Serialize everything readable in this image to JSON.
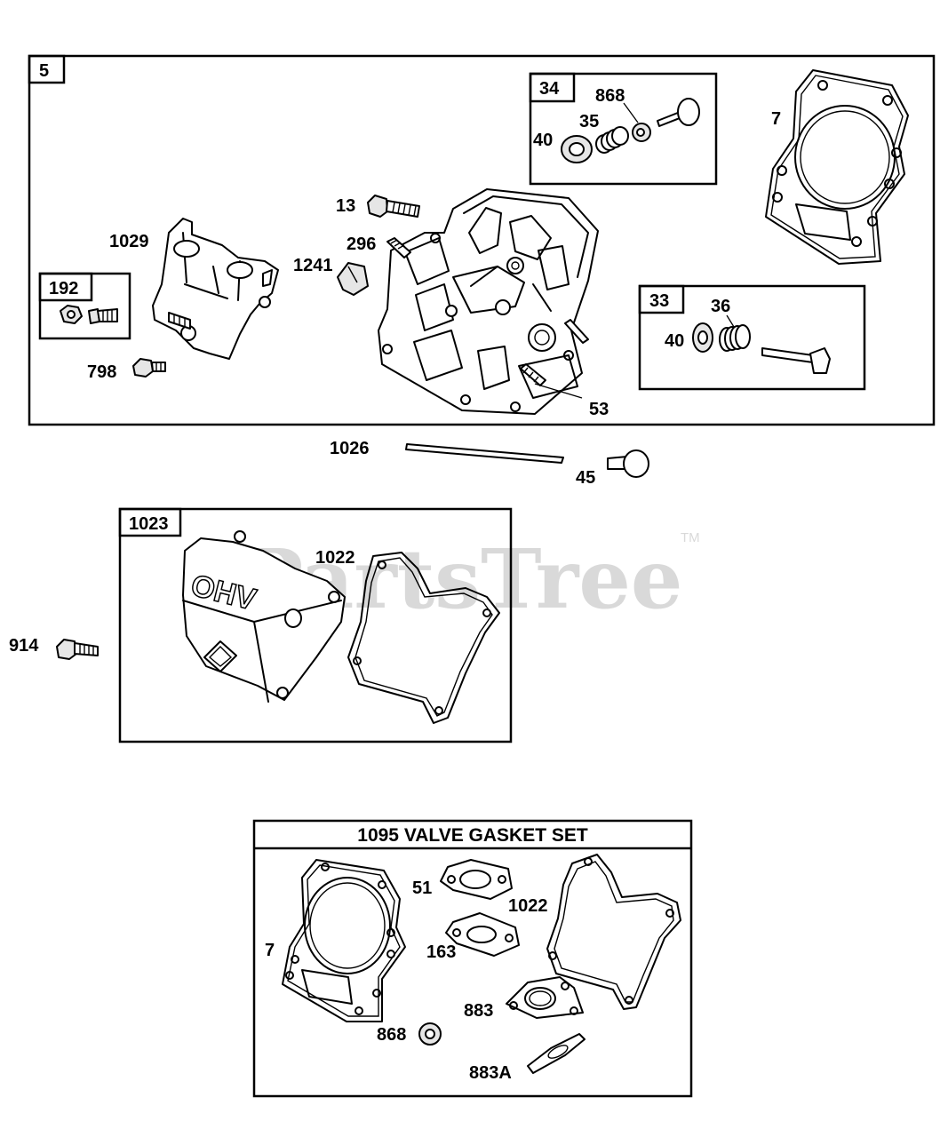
{
  "watermark": {
    "text": "PartsTree",
    "tm": "TM"
  },
  "boxes": {
    "b5": "5",
    "b34": "34",
    "b192": "192",
    "b33": "33",
    "b1023": "1023"
  },
  "gasket_set": {
    "title": "1095 VALVE GASKET SET"
  },
  "labels": {
    "l868a": "868",
    "l35": "35",
    "l40a": "40",
    "l7a": "7",
    "l13": "13",
    "l1029": "1029",
    "l296": "296",
    "l1241": "1241",
    "l192": "192",
    "l798": "798",
    "l36": "36",
    "l40b": "40",
    "l53": "53",
    "l1026": "1026",
    "l45": "45",
    "l1022a": "1022",
    "l914": "914",
    "l51": "51",
    "l1022b": "1022",
    "l7b": "7",
    "l163": "163",
    "l883": "883",
    "l868b": "868",
    "l883a": "883A"
  }
}
